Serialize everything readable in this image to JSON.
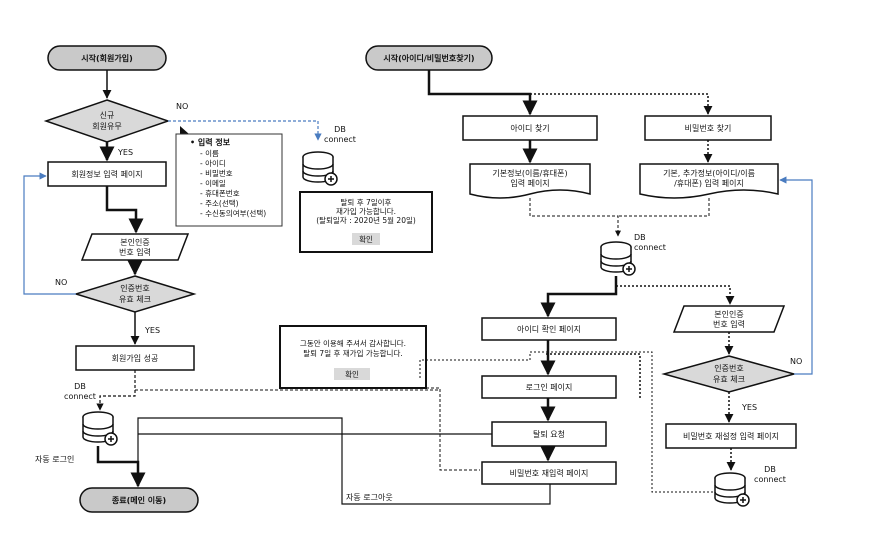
{
  "left_flow": {
    "start": "시작(회원가입)",
    "decision_new": [
      "신규",
      "회원유무"
    ],
    "no_label": "NO",
    "yes_label": "YES",
    "signup_page": "회원정보 입력 페이지",
    "input_info": {
      "title": "입력 정보",
      "items": [
        "- 이름",
        "- 아이디",
        "- 비밀번호",
        "- 이메일",
        "- 휴대폰번호",
        "- 주소(선택)",
        "- 수신동의여부(선택)"
      ]
    },
    "auth_input": [
      "본인인증",
      "번호 입력"
    ],
    "auth_check": [
      "인증번호",
      "유효 체크"
    ],
    "auth_no": "NO",
    "auth_yes": "YES",
    "signup_success": "회원가입 성공",
    "db": [
      "DB",
      "connect"
    ],
    "auto_login": "자동 로그인",
    "end": "종료(메인 이동)"
  },
  "middle": {
    "db": [
      "DB",
      "connect"
    ],
    "rejoin_msg": [
      "탈퇴 후 7일이후",
      "재가입 가능합니다.",
      "(탈퇴일자 : 2020년 5월 20일)"
    ],
    "confirm1": "확인",
    "thanks_msg": [
      "그동안 이용해 주셔서 감사합니다.",
      "탈퇴 7일 후 재가입 가능합니다."
    ],
    "confirm2": "확인",
    "auto_logout": "자동 로그아웃"
  },
  "right_flow": {
    "start": "시작(아이디/비밀번호찾기)",
    "find_id": "아이디 찾기",
    "find_pw": "비밀번호 찾기",
    "basic_info_page": [
      "기본정보(이름/휴대폰)",
      "입력 페이지"
    ],
    "extra_info_page": [
      "기본, 추가정보(아이디/이름",
      "/휴대폰) 입력 페이지"
    ],
    "db": [
      "DB",
      "connect"
    ],
    "id_confirm_page": "아이디 확인 페이지",
    "auth_input": [
      "본인인증",
      "번호 입력"
    ],
    "auth_check": [
      "인증번호",
      "유효 체크"
    ],
    "no_label": "NO",
    "yes_label": "YES",
    "login_page": "로그인 페이지",
    "pw_reset_page": "비밀번호 재설정 입력 페이지",
    "withdraw_request": "탈퇴 요청",
    "pw_reenter_page": "비밀번호 재입력 페이지",
    "db2": [
      "DB",
      "connect"
    ]
  },
  "colors": {
    "terminator": "#c9c9c9",
    "decision": "#d9d9d9",
    "feedback": "#4a7cc0",
    "line": "#111111"
  }
}
